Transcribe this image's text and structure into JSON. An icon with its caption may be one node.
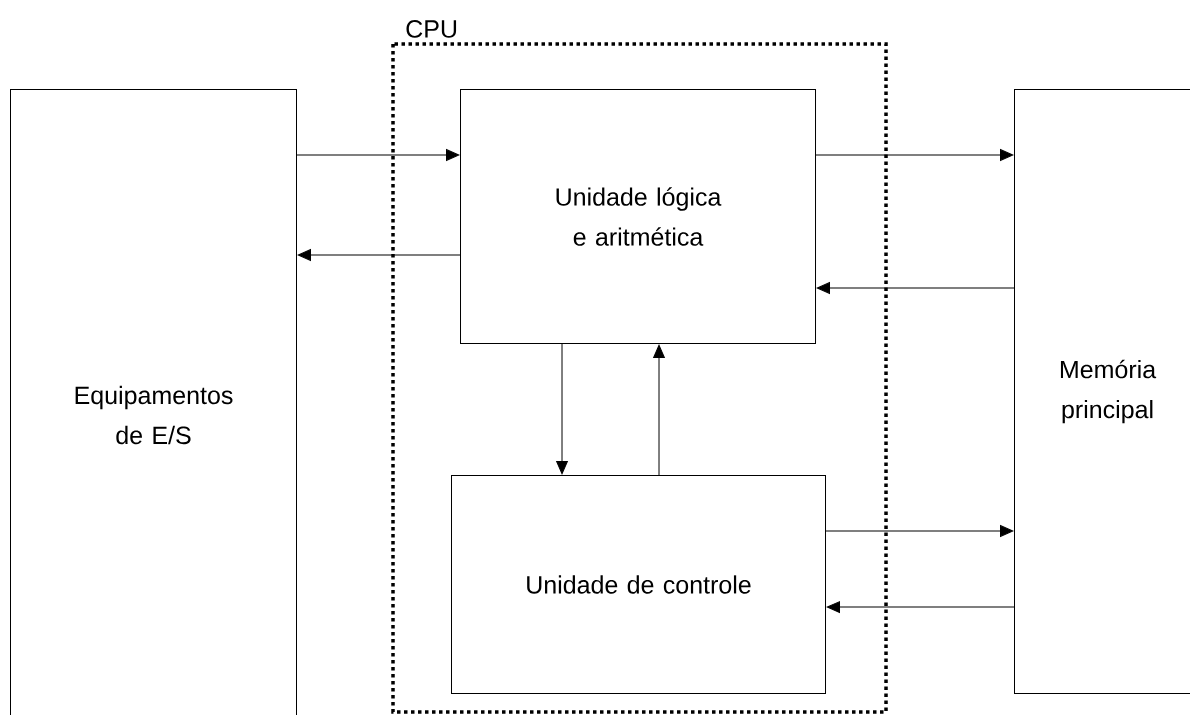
{
  "diagram": {
    "nodes": [
      {
        "text": [
          "Equipamentos de E/S"
        ]
      },
      {
        "text": [
          "CPU"
        ]
      },
      {
        "text": [
          "Unidade lógica e aritmética"
        ],
        "in": 1
      },
      {
        "text": [
          "Unidade de controle"
        ],
        "in": 1
      },
      {
        "text": [
          "Memória principal"
        ]
      }
    ],
    "edges": [
      {
        "from": 0,
        "to": 2,
        "arrow": "to"
      },
      {
        "from": 2,
        "to": 0,
        "arrow": "to"
      },
      {
        "from": 2,
        "to": 4,
        "arrow": "to"
      },
      {
        "from": 4,
        "to": 2,
        "arrow": "to"
      },
      {
        "from": 2,
        "to": 3,
        "arrow": "to"
      },
      {
        "from": 3,
        "to": 2,
        "arrow": "to"
      },
      {
        "from": 3,
        "to": 4,
        "arrow": "to"
      },
      {
        "from": 4,
        "to": 3,
        "arrow": "to"
      }
    ]
  }
}
